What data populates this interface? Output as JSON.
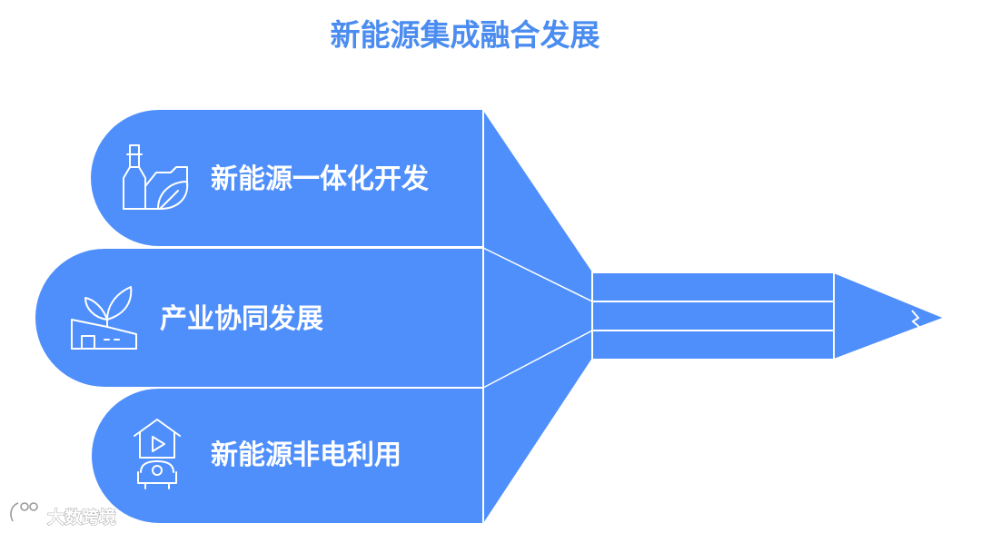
{
  "title": "新能源集成融合发展",
  "branches": [
    {
      "label": "新能源一体化开发",
      "icon": "factory-leaf-icon"
    },
    {
      "label": "产业协同发展",
      "icon": "sprout-factory-icon"
    },
    {
      "label": "新能源非电利用",
      "icon": "house-energy-icon"
    }
  ],
  "watermark": "大数跨境",
  "colors": {
    "primary": "#4f8ffb",
    "title": "#4b8cf0",
    "line": "#ffffff",
    "background": "#ffffff"
  }
}
